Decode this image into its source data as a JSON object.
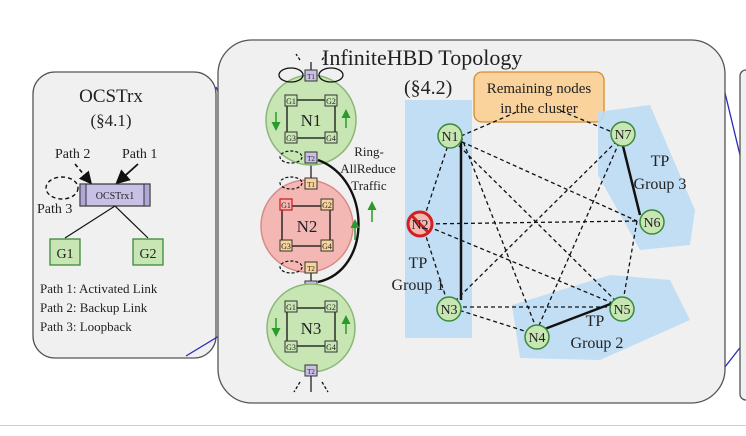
{
  "ocs_panel": {
    "title": "OCSTrx",
    "section": "(§4.1)",
    "path2_label": "Path 2",
    "path1_label": "Path 1",
    "path3_label": "Path 3",
    "box_label": "OCSTrx1",
    "g1": "G1",
    "g2": "G2",
    "legend": [
      "Path 1: Activated Link",
      "Path 2: Backup Link",
      "Path 3: Loopback"
    ]
  },
  "topology": {
    "title": "InfiniteHBD Topology",
    "section": "(§4.2)",
    "remaining_line1": "Remaining nodes",
    "remaining_line2": "in the cluster",
    "traffic": [
      "Ring-",
      "AllReduce",
      "Traffic"
    ],
    "ring_nodes": [
      "N1",
      "N7",
      "N6",
      "N5",
      "N4",
      "N3",
      "N2"
    ],
    "tp_group1": [
      "TP",
      "Group 1"
    ],
    "tp_group2": [
      "TP",
      "Group 2"
    ],
    "tp_group3": [
      "TP",
      "Group 3"
    ]
  },
  "node_stack": {
    "n1": "N1",
    "n2": "N2",
    "n3": "N3",
    "g1": "G1",
    "g2": "G2",
    "g3": "G3",
    "g4": "G4",
    "t1": "T1",
    "t2": "T2"
  },
  "colors": {
    "green_node": "#c8e6b4",
    "red_node": "#f4b8b4",
    "orange_box": "#f9d39b",
    "blue_group": "#bcdcf4",
    "panel_gray": "#f0f0f0",
    "link_blue": "#2a2ab8",
    "failed_red": "#d12020"
  }
}
